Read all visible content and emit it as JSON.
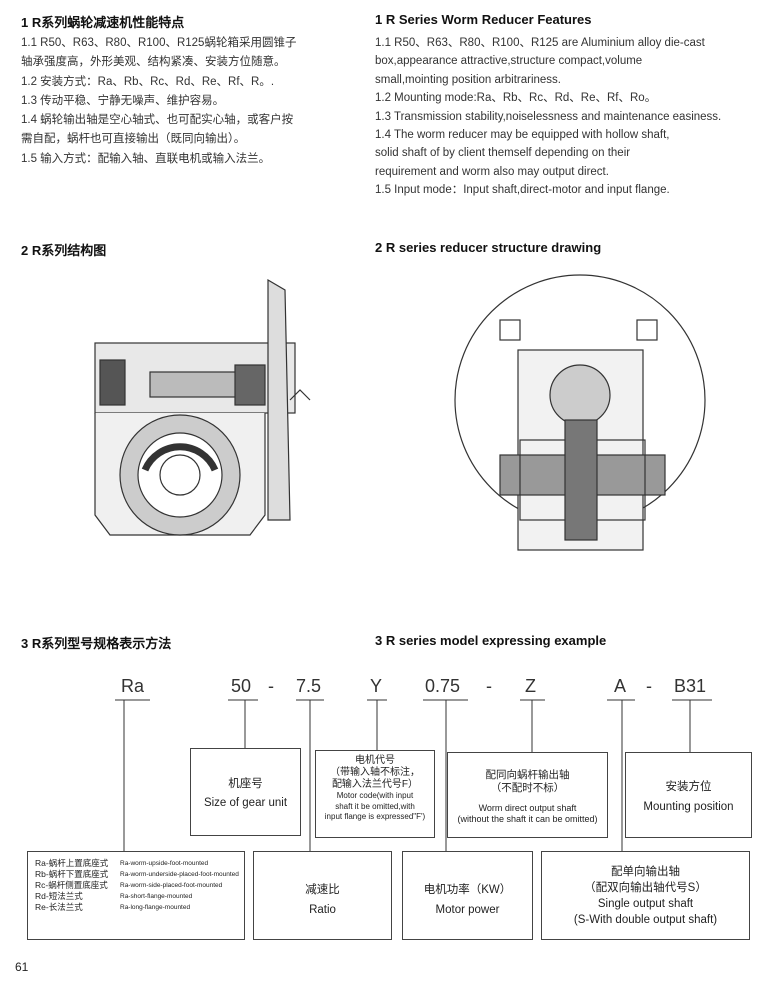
{
  "sec1": {
    "title_cn": "1 R系列蜗轮减速机性能特点",
    "lines_cn": [
      "1.1 R50、R63、R80、R100、R125蜗轮箱采用圆锥子",
      "轴承强度高，外形美观、结构紧凑、安装方位随意。",
      "1.2 安装方式：Ra、Rb、Rc、Rd、Re、Rf、R。.",
      "1.3 传动平稳、宁静无噪声、维护容易。",
      "1.4 蜗轮输出轴是空心轴式、也可配实心轴，或客户按",
      "需自配，蜗杆也可直接输出（既同向输出）。",
      "1.5 输入方式：配输入轴、直联电机或输入法兰。"
    ],
    "title_en": "1 R Series Worm Reducer Features",
    "lines_en": [
      "1.1 R50、R63、R80、R100、R125 are Aluminium alloy die-cast",
      "box,appearance attractive,structure compact,volume",
      "small,mointing position arbitrariness.",
      "1.2 Mounting mode:Ra、Rb、Rc、Rd、Re、Rf、Ro。",
      "1.3 Transmission stability,noiselessness and maintenance easiness.",
      "1.4 The worm reducer may be equipped with hollow shaft,",
      "solid shaft of by client themself depending on their",
      "requirement and worm also may output direct.",
      "1.5 Input mode：Input shaft,direct-motor and input flange."
    ]
  },
  "sec2": {
    "title_cn": "2 R系列结构图",
    "title_en": "2 R series reducer structure drawing"
  },
  "sec3": {
    "title_cn": "3 R系列型号规格表示方法",
    "title_en": "3 R series model expressing example",
    "codes": [
      "Ra",
      "50",
      "-",
      "7.5",
      "Y",
      "0.75",
      "-",
      "Z",
      "A",
      "-",
      "B31"
    ],
    "box_frame": {
      "cn": "机座号",
      "en": "Size of gear unit"
    },
    "box_motor": {
      "cn": [
        "电机代号",
        "（带输入轴不标注，",
        "配输入法兰代号F）"
      ],
      "en": [
        "Motor code(with input",
        "shaft it be omitted,with",
        "input flange is expressed\"F')"
      ]
    },
    "box_worm": {
      "cn": [
        "配同向蜗杆输出轴",
        "（不配时不标）"
      ],
      "en": [
        "Worm direct output shaft",
        "(without the shaft it can be omitted)"
      ]
    },
    "box_mount": {
      "cn": "安装方位",
      "en": "Mounting position"
    },
    "box_types": {
      "cn": [
        "Ra-蜗杆上置底座式",
        "Rb-蜗杆下置底座式",
        "Rc-蜗杆侧置底座式",
        "Rd-短法兰式",
        "Re-长法兰式"
      ],
      "en": [
        "Ra-worm-upside-foot-mounted",
        "Ra-worm-underside-placed-foot-mounted",
        "Ra-worm-side-placed-foot-mounted",
        "Ra-short-flange-mounted",
        "Ra-long-flange-mounted"
      ]
    },
    "box_ratio": {
      "cn": "减速比",
      "en": "Ratio"
    },
    "box_power": {
      "cn": "电机功率（KW）",
      "en": "Motor power"
    },
    "box_single": {
      "cn": [
        "配单向输出轴",
        "（配双向输出轴代号S）"
      ],
      "en": [
        "Single output shaft",
        "(S-With double output shaft)"
      ]
    }
  },
  "page_number": "61"
}
